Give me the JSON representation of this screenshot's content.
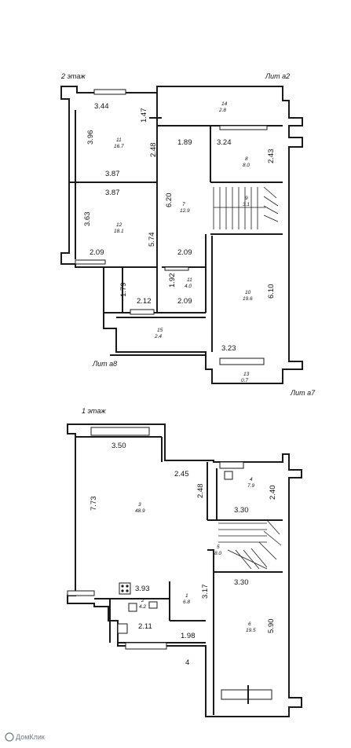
{
  "upper_floor": {
    "title": "2 этаж",
    "lit_top": "Лит а2",
    "lit_left": "Лит а8",
    "lit_right": "Лит а7",
    "rooms": [
      {
        "num": "11",
        "area": "16.7"
      },
      {
        "num": "12",
        "area": "18.1"
      },
      {
        "num": "7",
        "area": "12.9"
      },
      {
        "num": "8",
        "area": "8.0"
      },
      {
        "num": "9",
        "area": "3.1"
      },
      {
        "num": "10",
        "area": "19.6"
      },
      {
        "num": "11",
        "area": "4.0"
      },
      {
        "num": "15",
        "area": "2.4"
      },
      {
        "num": "14",
        "area": "2.8"
      },
      {
        "num": "13",
        "area": "0.7"
      }
    ],
    "dims": [
      "3.44",
      "1.47",
      "3.96",
      "3.87",
      "2.48",
      "1.89",
      "3.24",
      "2.43",
      "3.87",
      "6.20",
      "3.63",
      "5.74",
      "2.09",
      "2.09",
      "1.79",
      "1.92",
      "2.12",
      "2.09",
      "6.10",
      "3.23"
    ]
  },
  "lower_floor": {
    "title": "1 этаж",
    "rooms": [
      {
        "num": "3",
        "area": "48.9"
      },
      {
        "num": "4",
        "area": "7.9"
      },
      {
        "num": "5",
        "area": "8.0"
      },
      {
        "num": "2",
        "area": "4.2"
      },
      {
        "num": "1",
        "area": "6.8"
      },
      {
        "num": "6",
        "area": "19.5"
      }
    ],
    "dims": [
      "3.50",
      "2.45",
      "7.73",
      "2.48",
      "2.40",
      "3.30",
      "3.93",
      "3.30",
      "3.17",
      "2.11",
      "1.98",
      "5.90"
    ],
    "entrance_mark": "4"
  },
  "watermark": "ДомКлик"
}
